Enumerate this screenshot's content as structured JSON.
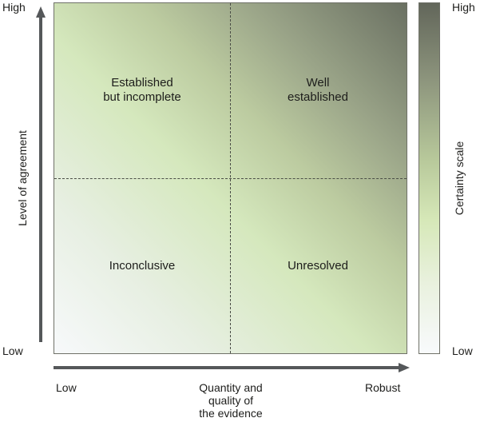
{
  "quadrants": {
    "top_left": [
      "Established",
      "but incomplete"
    ],
    "top_right": [
      "Well",
      "established"
    ],
    "bottom_left": [
      "Inconclusive"
    ],
    "bottom_right": [
      "Unresolved"
    ]
  },
  "y_axis": {
    "title": "Level of agreement",
    "high_label": "High",
    "low_label": "Low"
  },
  "x_axis": {
    "title_lines": [
      "Quantity and",
      "quality of",
      "the evidence"
    ],
    "low_label": "Low",
    "high_label": "Robust"
  },
  "certainty_scale": {
    "title": "Certainty scale",
    "high_label": "High",
    "low_label": "Low",
    "top_color": "#62665a",
    "mid_color": "#d6e8b8",
    "bottom_color": "#f8fafc"
  },
  "colors": {
    "field_dark": "#6a7062",
    "field_green": "#d5e8bd",
    "field_light": "#f7f9fb",
    "arrow": "#55585a",
    "divider": "#4a4d46"
  }
}
